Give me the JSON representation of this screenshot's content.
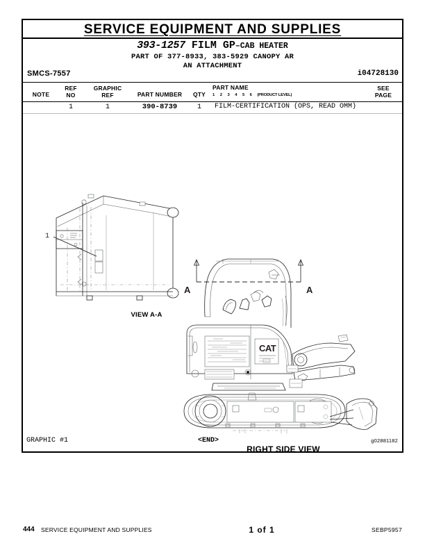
{
  "header": {
    "section_title": "SERVICE EQUIPMENT AND SUPPLIES"
  },
  "title_block": {
    "part_number": "393-1257",
    "name": "FILM GP",
    "dash": "–",
    "qualifier": "CAB HEATER",
    "sub_line_1": "PART OF 377-8933, 383-5929 CANOPY AR",
    "sub_line_2": "AN ATTACHMENT"
  },
  "meta": {
    "smcs": "SMCS-7557",
    "doc_id": "i04728130"
  },
  "table": {
    "headers": {
      "note": "NOTE",
      "ref_no_line1": "REF",
      "ref_no_line2": "NO",
      "graphic_ref_line1": "GRAPHIC",
      "graphic_ref_line2": "REF",
      "part_number": "PART NUMBER",
      "qty": "QTY",
      "part_name": "PART NAME",
      "see_page_line1": "SEE",
      "see_page_line2": "PAGE"
    },
    "product_level_digits": [
      "1",
      "2",
      "3",
      "4",
      "5",
      "6"
    ],
    "product_level_label": "(PRODUCT LEVEL)",
    "rows": [
      {
        "note": "",
        "ref_no": "1",
        "graphic_ref": "1",
        "part_number": "390-8739",
        "qty": "1",
        "part_name": "FILM-CERTIFICATION (OPS, READ OMM)",
        "see_page": ""
      }
    ]
  },
  "drawings": {
    "left_view_caption": "VIEW A-A",
    "left_callout": "1",
    "right_view_caption": "RIGHT SIDE VIEW",
    "section_mark_left": "A",
    "section_mark_right": "A",
    "machine_brand": "CAT"
  },
  "graphic_strip": {
    "graphic_label": "GRAPHIC #1",
    "end_marker": "<END>",
    "graphic_id": "g02881182"
  },
  "footer": {
    "page_number": "444",
    "section": "SERVICE EQUIPMENT AND SUPPLIES",
    "pager": "1 of 1",
    "publication": "SEBP5957"
  },
  "colors": {
    "ink": "#000000",
    "line": "#231f20",
    "line_light": "#8a8c8e",
    "rule_light": "#b9b9b9"
  }
}
